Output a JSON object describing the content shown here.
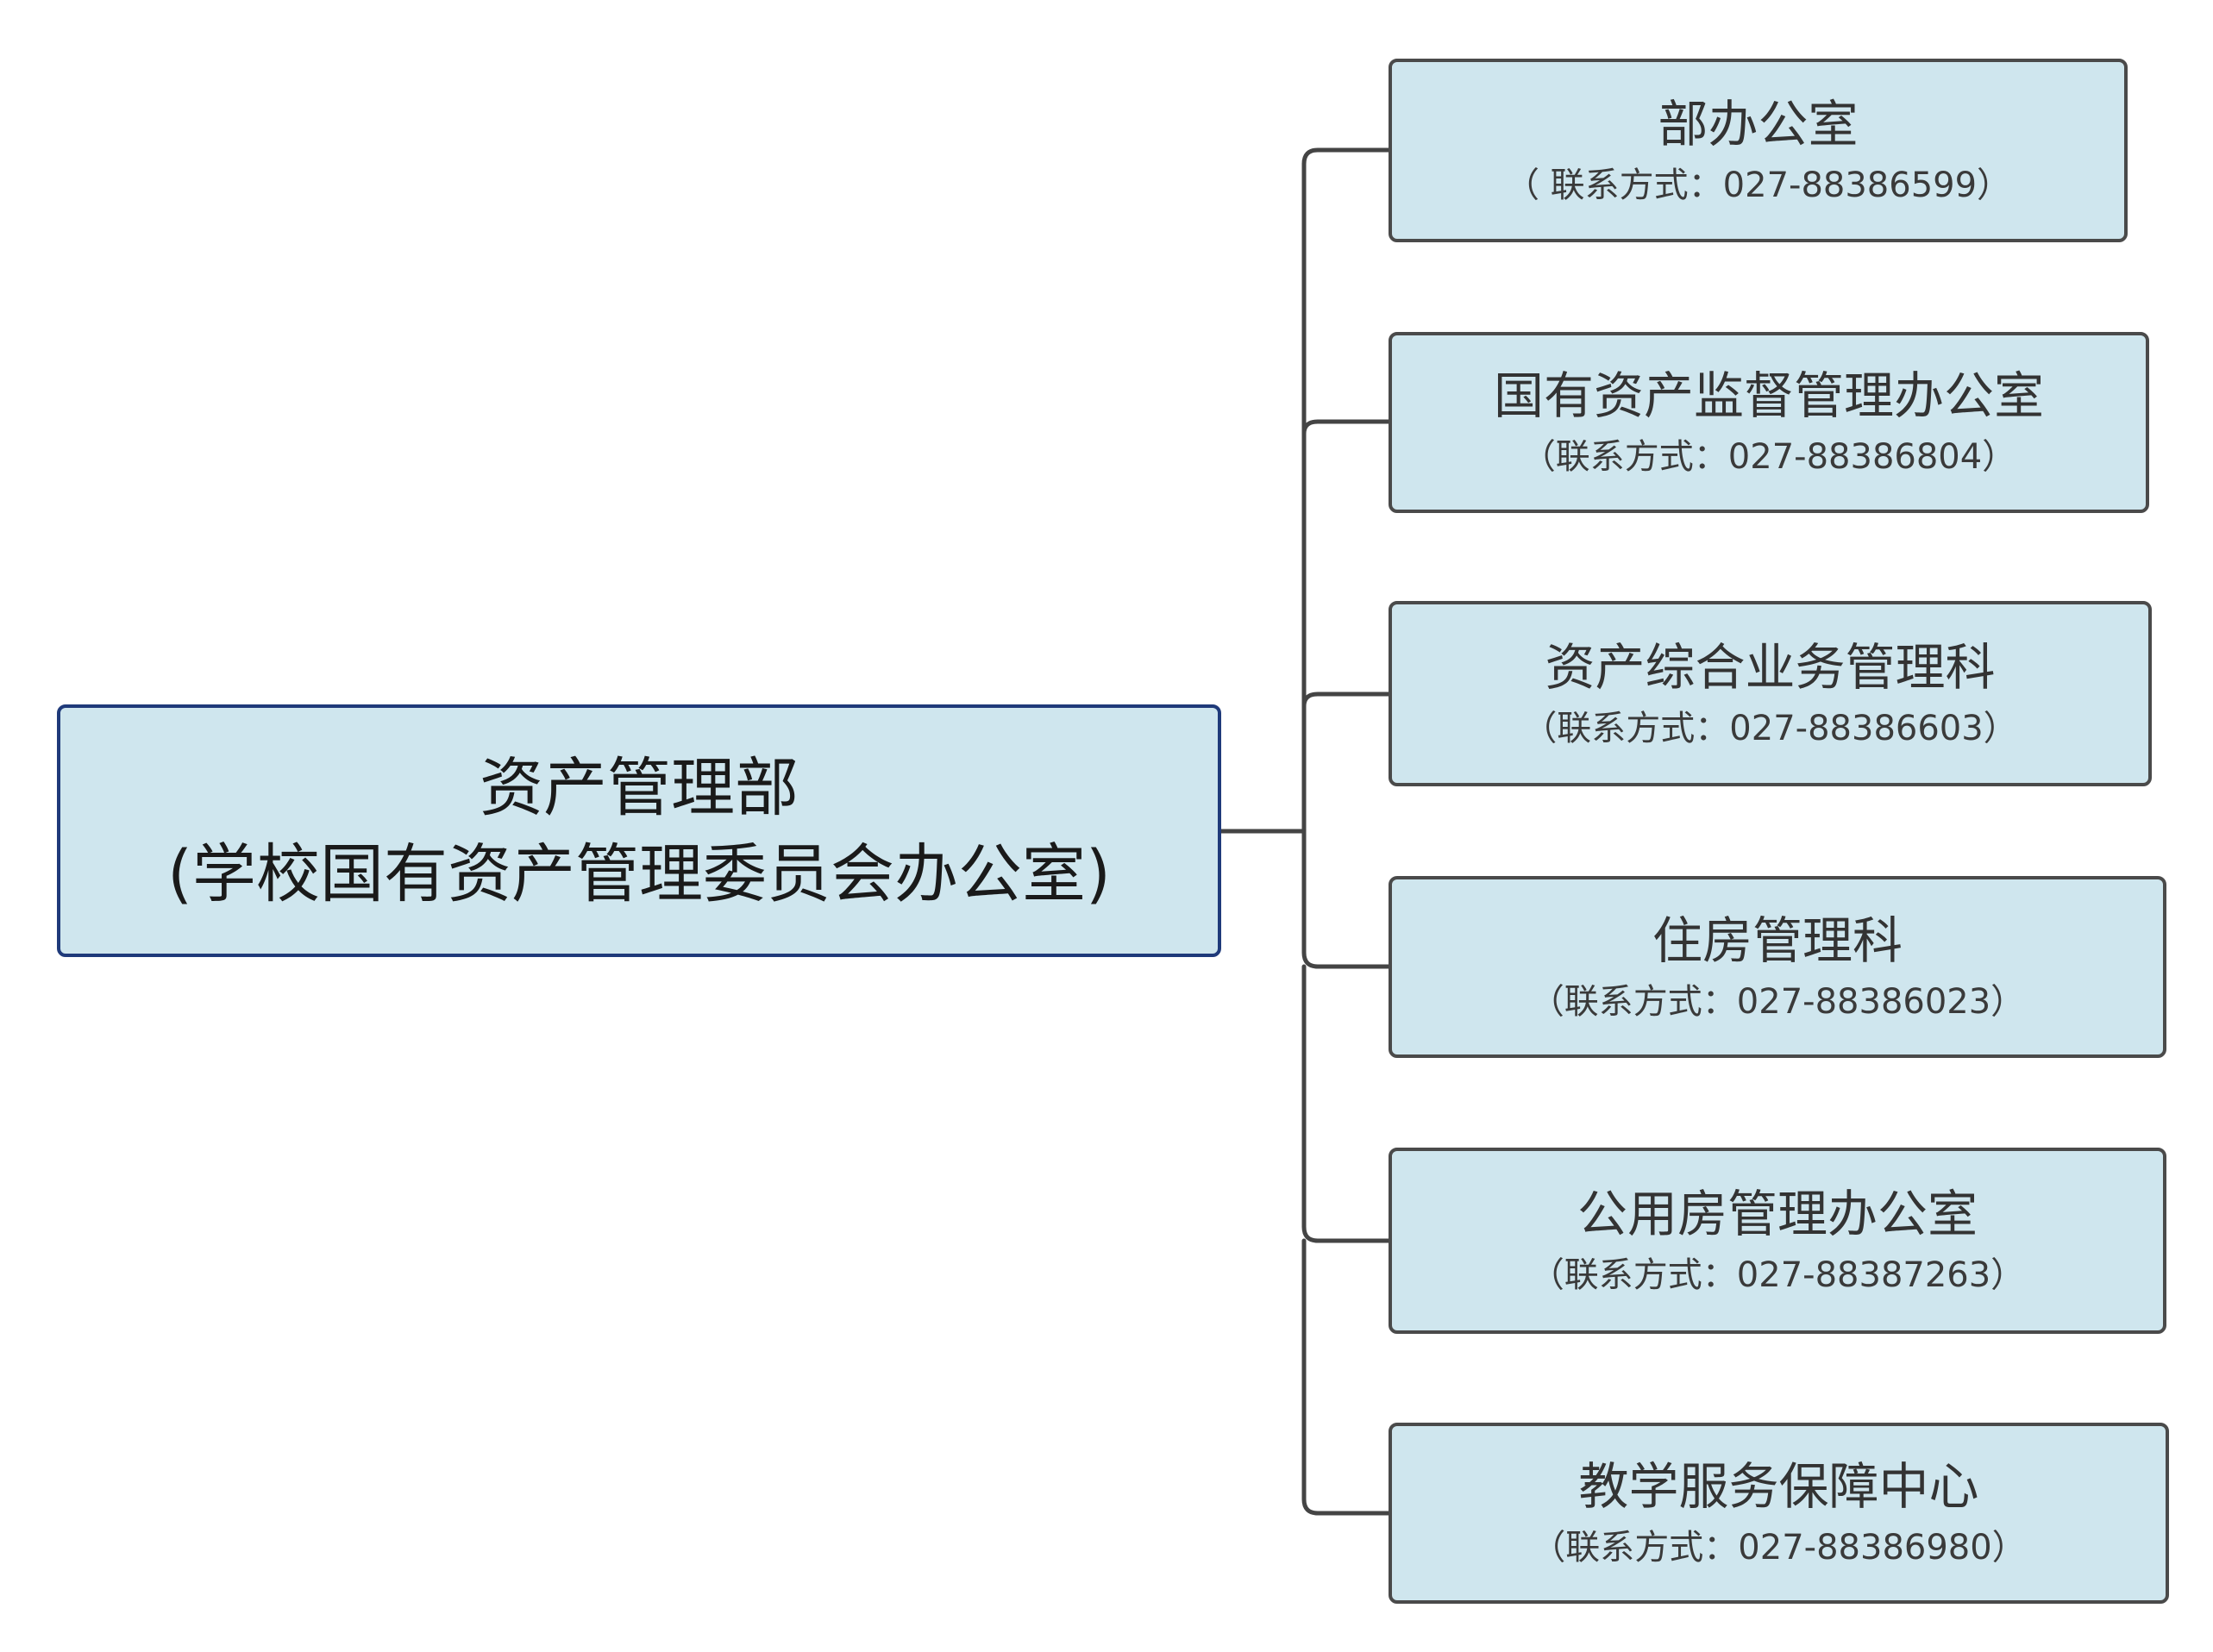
{
  "root": {
    "line1": "资产管理部",
    "line2": "(学校国有资产管理委员会办公室)"
  },
  "children": [
    {
      "title": "部办公室",
      "contact": "（ 联系方式：027-88386599）"
    },
    {
      "title": "国有资产监督管理办公室",
      "contact": "（联系方式：027-88386804）"
    },
    {
      "title": "资产综合业务管理科",
      "contact": "（联系方式：027-88386603）"
    },
    {
      "title": "住房管理科",
      "contact": "（联系方式：027-88386023）"
    },
    {
      "title": "公用房管理办公室",
      "contact": "（联系方式：027-88387263）"
    },
    {
      "title": "教学服务保障中心",
      "contact": "（联系方式：027-88386980）"
    }
  ],
  "colors": {
    "node_fill": "#cfe6ee",
    "root_border": "#1f3a7a",
    "child_border": "#4a4a4a",
    "connector": "#444444"
  }
}
